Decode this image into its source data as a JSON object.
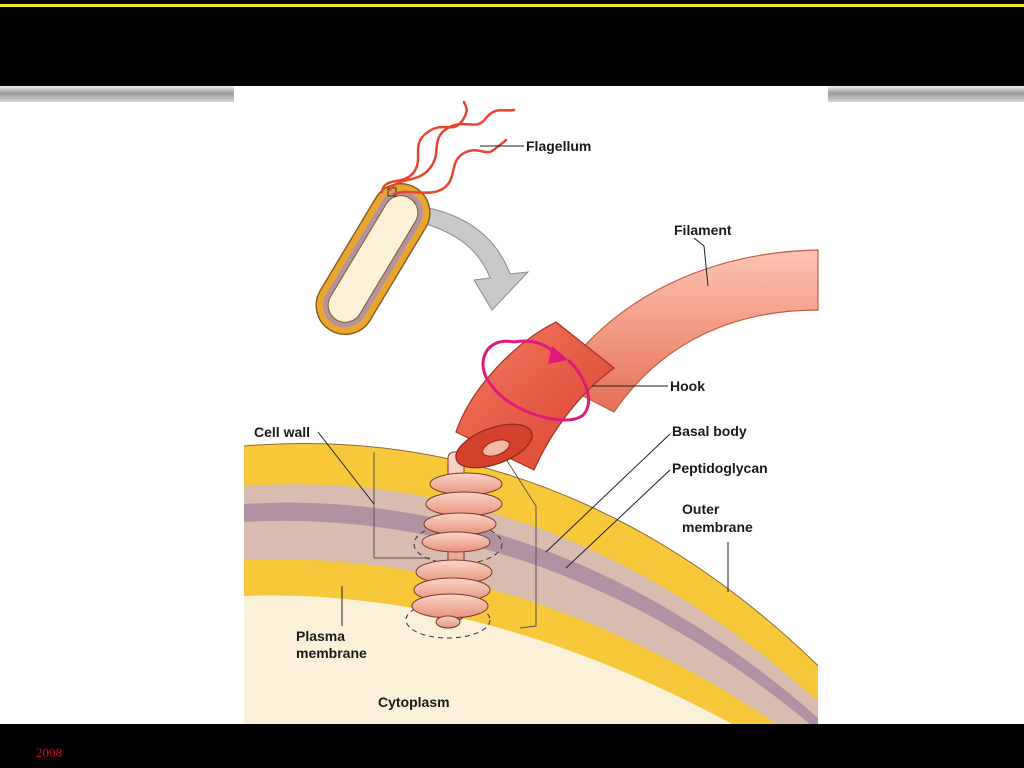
{
  "footer": {
    "year": "2008"
  },
  "diagram": {
    "labels": {
      "flagellum": "Flagellum",
      "filament": "Filament",
      "hook": "Hook",
      "basal_body": "Basal body",
      "peptidoglycan": "Peptidoglycan",
      "outer_membrane_1": "Outer",
      "outer_membrane_2": "membrane",
      "cell_wall": "Cell wall",
      "plasma_membrane_1": "Plasma",
      "plasma_membrane_2": "membrane",
      "cytoplasm": "Cytoplasm"
    },
    "colors": {
      "membrane_yellow": "#f7c83a",
      "peptidoglycan_band": "#d9bcb0",
      "membrane_purple": "#b093a3",
      "cytoplasm_cream": "#fbf1d8",
      "flagellum_red": "#e8452f",
      "hook_red": "#ee5a47",
      "filament_salmon": "#f49b86",
      "rotation_arrow": "#e0197a",
      "basal_disc": "#f4b7a6"
    }
  }
}
